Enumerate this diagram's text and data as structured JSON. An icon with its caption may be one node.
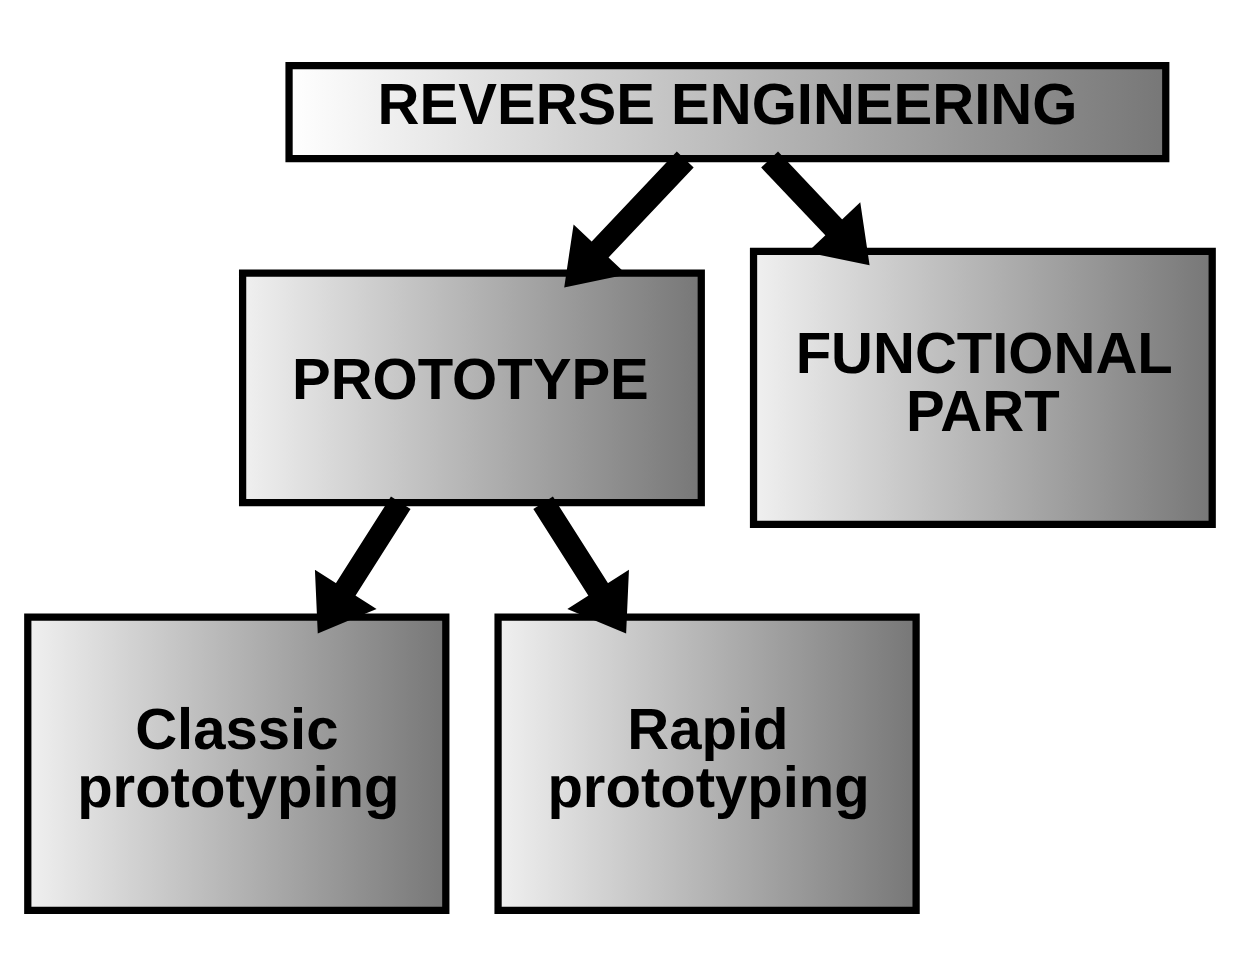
{
  "diagram": {
    "nodes": [
      {
        "text": [
          "REVERSE ENGINEERING"
        ]
      },
      {
        "text": [
          "PROTOTYPE"
        ]
      },
      {
        "text": [
          "FUNCTIONAL PART"
        ]
      },
      {
        "text": [
          "Classic prototyping"
        ]
      },
      {
        "text": [
          "Rapid prototyping"
        ]
      }
    ],
    "edges": [
      {
        "from": 0,
        "to": 1,
        "arrow": "to"
      },
      {
        "from": 0,
        "to": 2,
        "arrow": "to"
      },
      {
        "from": 1,
        "to": 3,
        "arrow": "to"
      },
      {
        "from": 1,
        "to": 4,
        "arrow": "to"
      }
    ]
  }
}
